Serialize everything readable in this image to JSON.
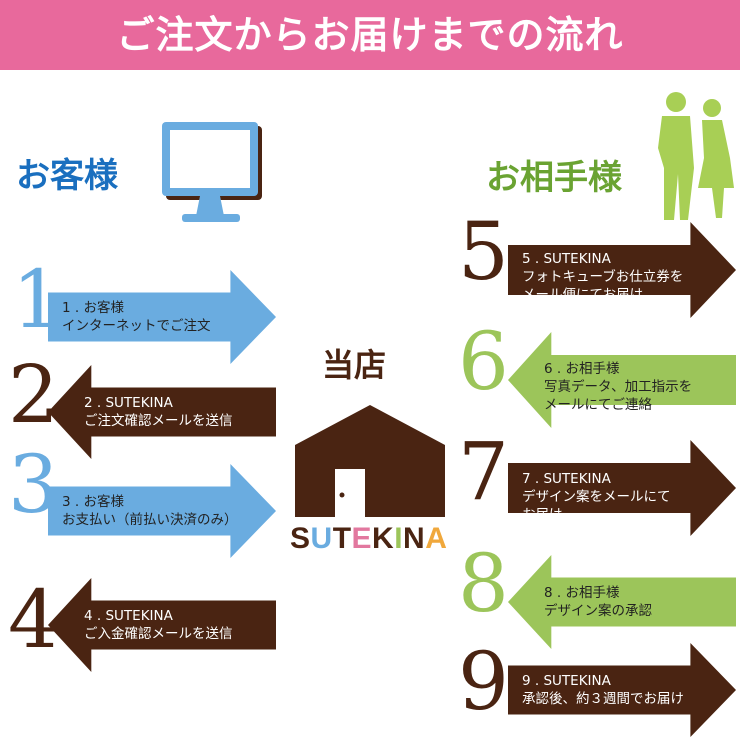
{
  "title": "ご注文からお届けまでの流れ",
  "customer_label": "お客様",
  "recipient_label": "お相手様",
  "shop_label": "当店",
  "brand": [
    "S",
    "U",
    "T",
    "E",
    "K",
    "I",
    "N",
    "A"
  ],
  "brand_colors": [
    "#4a2412",
    "#6aace0",
    "#4a2412",
    "#e2789f",
    "#4a2412",
    "#9cc55a",
    "#4a2412",
    "#f0a83c"
  ],
  "colors": {
    "pink": "#e8699c",
    "blue": "#6aace0",
    "brown": "#4a2412",
    "green": "#9cc55a"
  },
  "steps": [
    {
      "num": "1",
      "line1": "1 . お客様",
      "line2": "インターネットでご注文",
      "line3": ""
    },
    {
      "num": "2",
      "line1": "2 . SUTEKINA",
      "line2": "ご注文確認メールを送信",
      "line3": ""
    },
    {
      "num": "3",
      "line1": "3 . お客様",
      "line2": "お支払い（前払い決済のみ）",
      "line3": ""
    },
    {
      "num": "4",
      "line1": "4 . SUTEKINA",
      "line2": "ご入金確認メールを送信",
      "line3": ""
    },
    {
      "num": "5",
      "line1": "5 . SUTEKINA",
      "line2": "フォトキューブお仕立券を",
      "line3": "メール便にてお届け"
    },
    {
      "num": "6",
      "line1": "6 . お相手様",
      "line2": "写真データ、加工指示を",
      "line3": "メールにてご連絡"
    },
    {
      "num": "7",
      "line1": "7 . SUTEKINA",
      "line2": "デザイン案をメールにて",
      "line3": "お届け"
    },
    {
      "num": "8",
      "line1": "8 . お相手様",
      "line2": "デザイン案の承認",
      "line3": ""
    },
    {
      "num": "9",
      "line1": "9 . SUTEKINA",
      "line2": "承認後、約３週間でお届け",
      "line3": ""
    }
  ]
}
